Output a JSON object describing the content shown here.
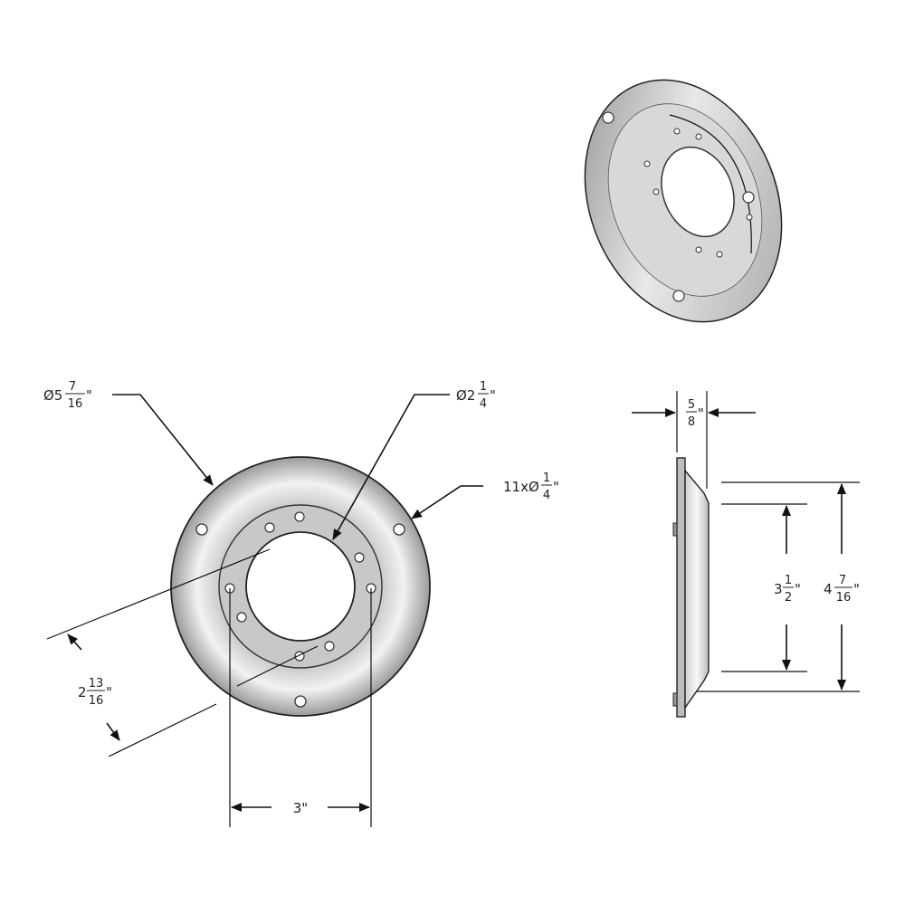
{
  "dimensions": {
    "outer_diameter": {
      "prefix": "Ø5",
      "num": "7",
      "den": "16",
      "suffix": "\""
    },
    "inner_diameter": {
      "prefix": "Ø2",
      "num": "1",
      "den": "4",
      "suffix": "\""
    },
    "holes": {
      "prefix": "11xØ",
      "num": "1",
      "den": "4",
      "suffix": "\""
    },
    "offset": {
      "prefix": "2",
      "num": "13",
      "den": "16",
      "suffix": "\""
    },
    "hole_spacing": {
      "label": "3\""
    },
    "thickness": {
      "prefix": "",
      "num": "5",
      "den": "8",
      "suffix": "\""
    },
    "inner_height": {
      "prefix": "3",
      "num": "1",
      "den": "2",
      "suffix": "\""
    },
    "outer_height": {
      "prefix": "4",
      "num": "7",
      "den": "16",
      "suffix": "\""
    }
  }
}
